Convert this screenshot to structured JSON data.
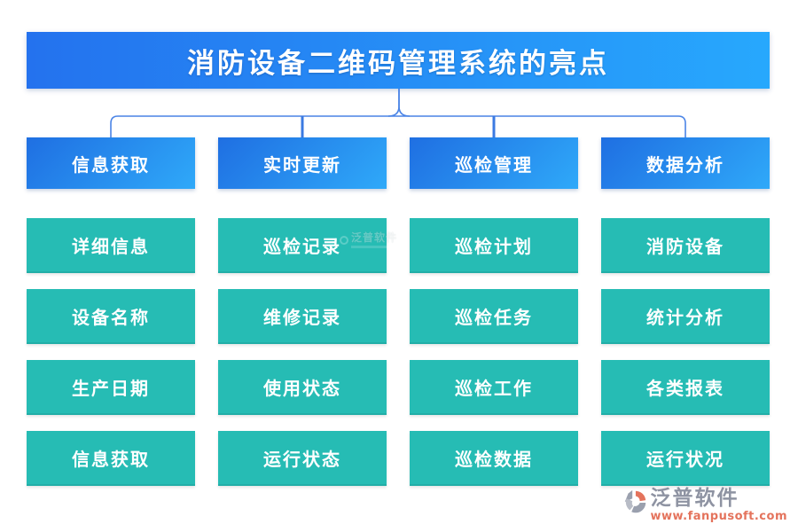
{
  "banner": {
    "title": "消防设备二维码管理系统的亮点"
  },
  "columns": [
    {
      "header": "信息获取",
      "items": [
        "详细信息",
        "设备名称",
        "生产日期",
        "信息获取"
      ]
    },
    {
      "header": "实时更新",
      "items": [
        "巡检记录",
        "维修记录",
        "使用状态",
        "运行状态"
      ]
    },
    {
      "header": "巡检管理",
      "items": [
        "巡检计划",
        "巡检任务",
        "巡检工作",
        "巡检数据"
      ]
    },
    {
      "header": "数据分析",
      "items": [
        "消防设备",
        "统计分析",
        "各类报表",
        "运行状况"
      ]
    }
  ],
  "watermark": {
    "text": "泛普软件"
  },
  "footer_logo": {
    "icon": "fanpu-swirl-icon",
    "name": "泛普软件",
    "url": "www.fanpusoft.com"
  },
  "colors": {
    "banner_gradient_left": "#2472ee",
    "banner_gradient_right": "#27a8fd",
    "header_gradient_start": "#1f6fe2",
    "header_gradient_end": "#2fa9f9",
    "item_teal": "#26bcb4",
    "connector_blue": "#4a84e6",
    "brand_gray": "#8e93a2",
    "brand_orange": "#e4735c"
  }
}
